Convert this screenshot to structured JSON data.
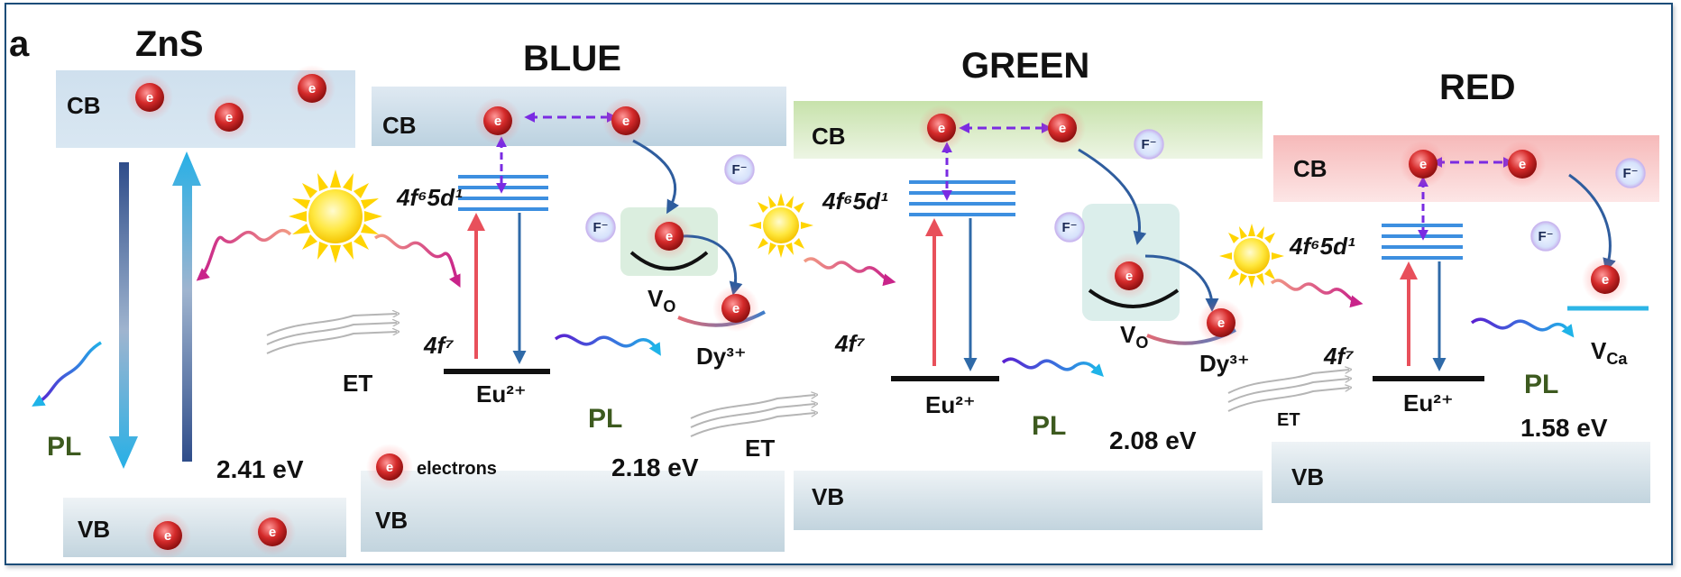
{
  "panel_label": "a",
  "sections": {
    "zns": {
      "title": "ZnS",
      "cb": "CB",
      "vb": "VB",
      "pl": "PL",
      "gap": "2.41 eV"
    },
    "blue": {
      "title": "BLUE",
      "cb": "CB",
      "vb": "VB",
      "level_upper": "4f⁶5d¹",
      "level_lower": "4f⁷",
      "ion": "Eu²⁺",
      "defect": "VO",
      "trap_ion": "Dy³⁺",
      "et_left": "ET",
      "et_right": "ET",
      "pl": "PL",
      "gap": "2.18 eV"
    },
    "green": {
      "title": "GREEN",
      "cb": "CB",
      "vb": "VB",
      "level_upper": "4f⁶5d¹",
      "level_lower": "4f⁷",
      "ion": "Eu²⁺",
      "defect": "VO",
      "trap_ion": "Dy³⁺",
      "et": "ET",
      "pl": "PL",
      "gap": "2.08 eV"
    },
    "red": {
      "title": "RED",
      "cb": "CB",
      "vb": "VB",
      "level_upper": "4f⁶5d¹",
      "level_lower": "4f⁷",
      "ion": "Eu²⁺",
      "defect": "VCa",
      "pl": "PL",
      "gap": "1.58 eV"
    }
  },
  "legend": {
    "electron_symbol": "e",
    "electrons_label": "electrons"
  },
  "fluoride_symbol": "F⁻",
  "colors": {
    "frame": "#1f4e79",
    "cb_blue": "#c9dcea",
    "vb": "#c9d9e2",
    "cb_green": "#cfe6b8",
    "cb_red": "#f7c9c9",
    "electron": "#d42a2a",
    "level": "#3d8fe0",
    "excite": "#e8505b",
    "emit": "#2f6aa8",
    "dashed": "#7a2be2",
    "pl_text": "#3d5a1f"
  }
}
